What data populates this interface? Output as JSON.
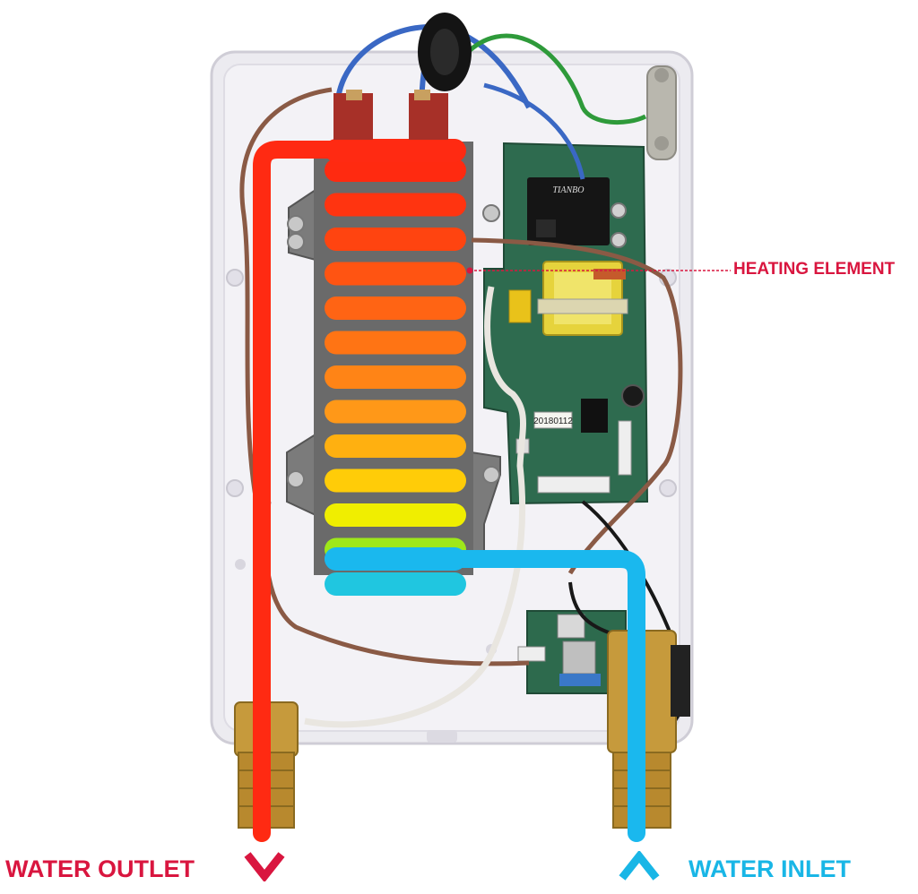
{
  "labels": {
    "heating_element": "HEATING ELEMENT",
    "water_outlet": "WATER OUTLET",
    "water_inlet": "WATER INLET"
  },
  "board": {
    "relay_brand": "TIANBO",
    "date_code": "20180112"
  },
  "colors": {
    "label_red": "#d9163f",
    "label_blue": "#19b6e6",
    "pipe_hot": "#ff2a12",
    "pipe_cold": "#1ab8ee",
    "element_bg": "#6a6a6a",
    "pcb_green": "#2e6b4f",
    "housing": "#ecebf0",
    "brass": "#c69a3c"
  },
  "icons": {
    "outlet_arrow": "chevron-down-icon",
    "inlet_arrow": "chevron-up-icon"
  },
  "heater_bar_colors": [
    "#ff2a10",
    "#ff3410",
    "#ff4410",
    "#ff5412",
    "#ff6414",
    "#ff7414",
    "#ff8416",
    "#ff9818",
    "#ffb010",
    "#ffcc08",
    "#f0ee00",
    "#9ee81a",
    "#20c6e0"
  ]
}
